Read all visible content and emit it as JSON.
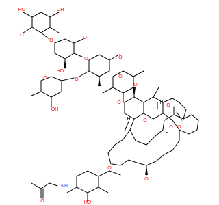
{
  "figure": {
    "kind": "skeletal-structure",
    "atom_colors": {
      "oxygen": "#ff0d0d",
      "nitrogen": "#3050f8",
      "carbon_bonds": "#000000"
    },
    "atom_labels": {
      "OH": "OH",
      "O": "O",
      "HO": "HO",
      "NH": "NH",
      "H": "H",
      "N": "N"
    }
  }
}
